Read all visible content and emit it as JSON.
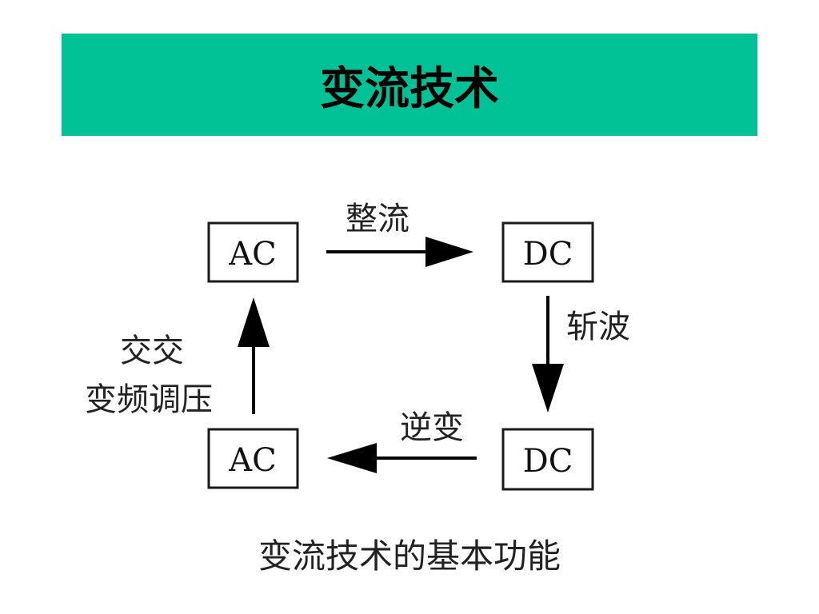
{
  "slide": {
    "title": "变流技术",
    "title_bar_color": "#00c296",
    "caption": "变流技术的基本功能"
  },
  "diagram": {
    "nodes": {
      "ac_top": "AC",
      "dc_top": "DC",
      "dc_bottom": "DC",
      "ac_bottom": "AC"
    },
    "edges": {
      "rectify": "整流",
      "chopper": "斩波",
      "invert": "逆变",
      "ac_ac_line1": "交交",
      "ac_ac_line2": "变频调压"
    }
  }
}
